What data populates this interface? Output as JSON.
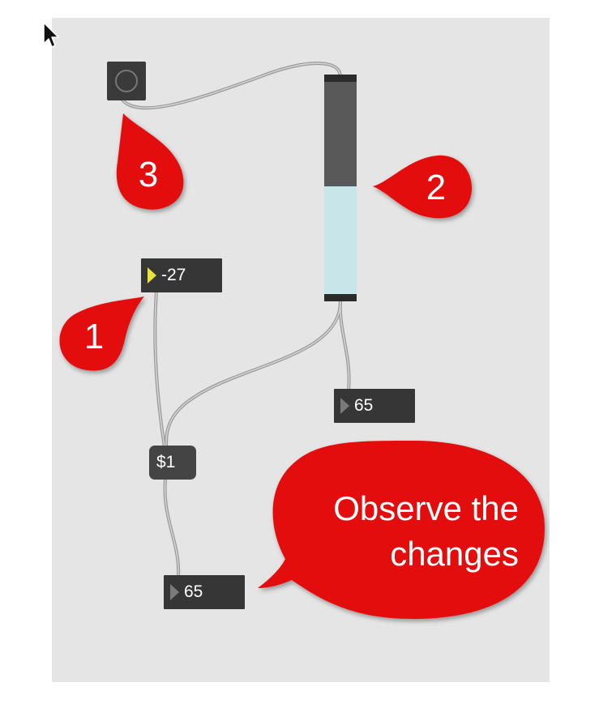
{
  "patcher": {
    "background_color": "#e5e5e5",
    "objects": {
      "bang": {
        "kind": "button",
        "icon": "circle-ring-icon"
      },
      "slider": {
        "kind": "slider",
        "level_fraction": 0.51,
        "fill_color": "#c8e5ea",
        "track_color": "#595959"
      },
      "number_top": {
        "value": "-27",
        "active": true
      },
      "number_right": {
        "value": "65"
      },
      "message": {
        "text": "$1"
      },
      "number_bottom": {
        "value": "65"
      }
    }
  },
  "callouts": {
    "step1": {
      "label": "1"
    },
    "step2": {
      "label": "2"
    },
    "step3": {
      "label": "3"
    },
    "speech": {
      "line1": "Observe the",
      "line2": "changes"
    },
    "color": "#e30b0b"
  },
  "cursor": {
    "icon": "arrow-pointer-icon"
  }
}
